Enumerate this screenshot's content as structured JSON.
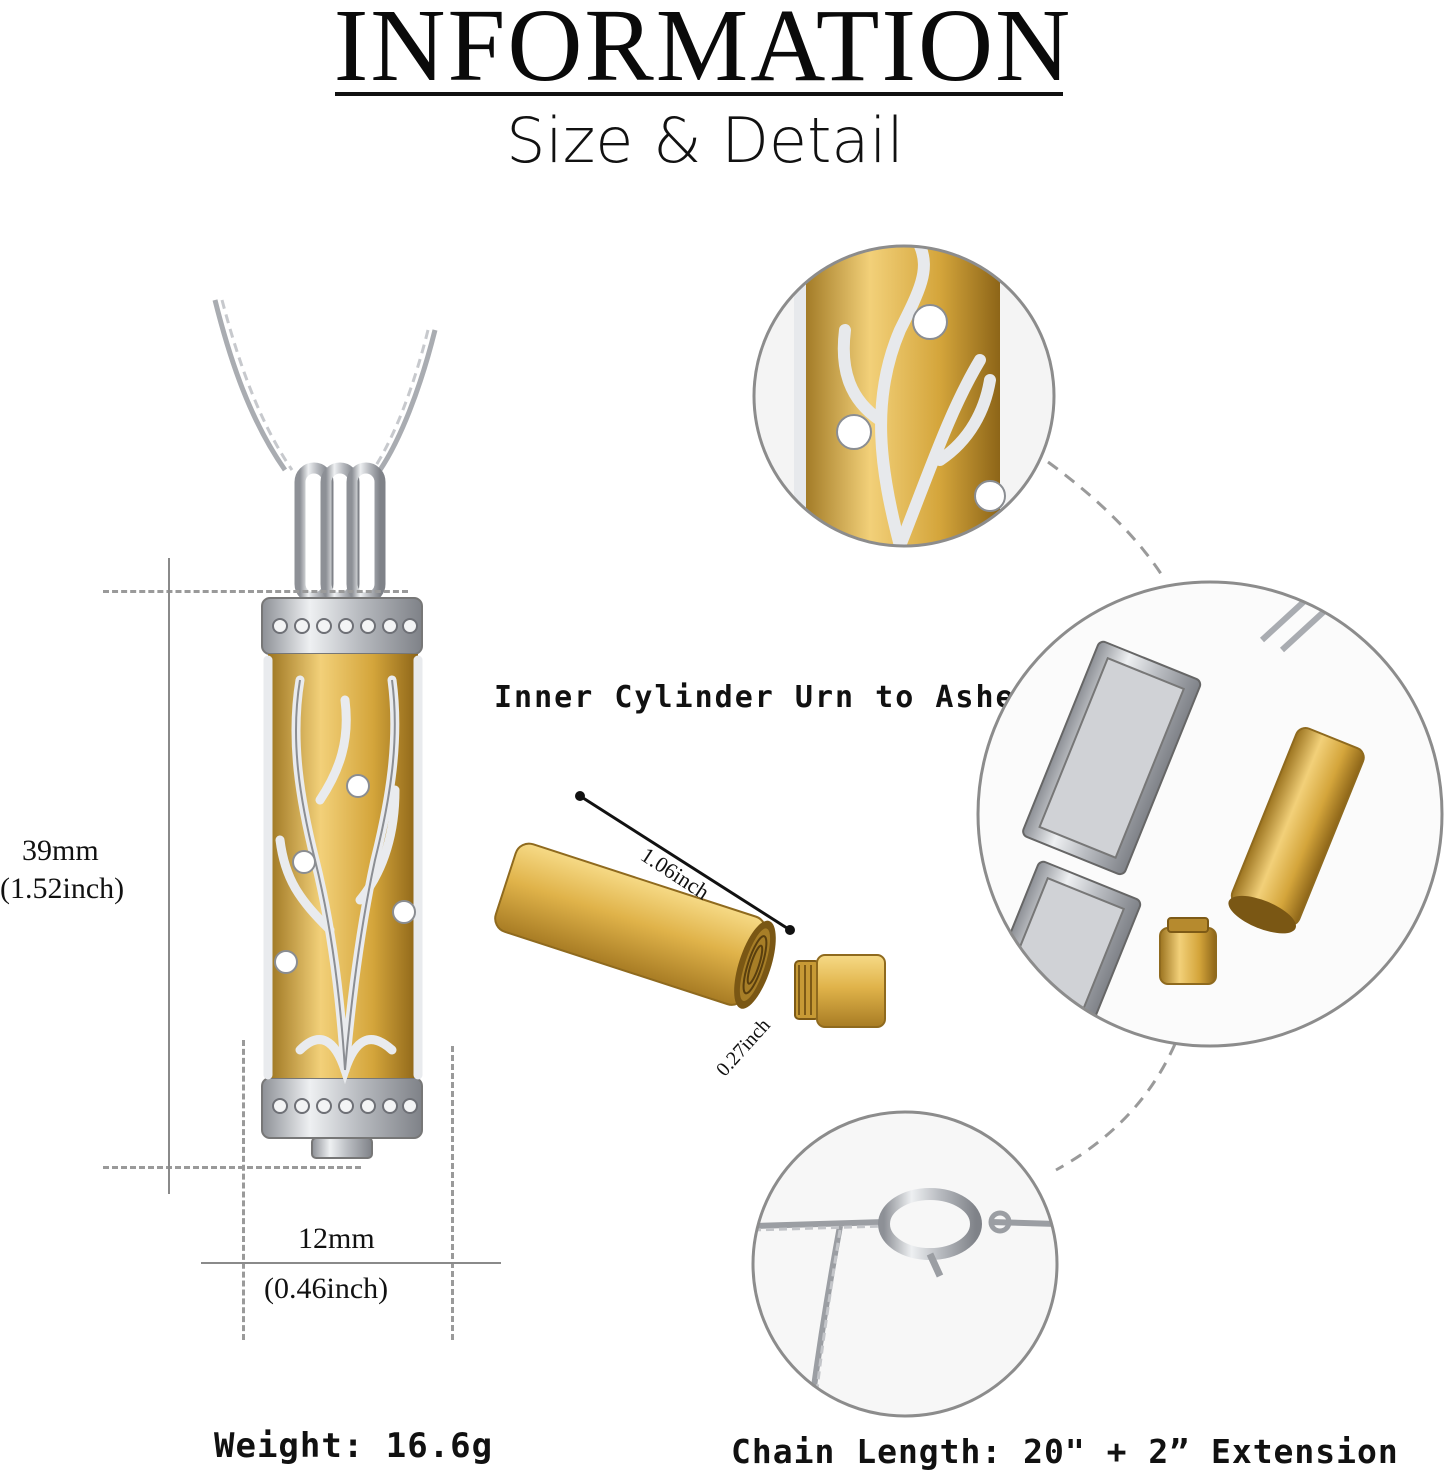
{
  "header": {
    "title": "INFORMATION",
    "subtitle": "Size & Detail"
  },
  "dimensions": {
    "height_mm": "39mm",
    "height_inch": "(1.52inch)",
    "width_mm": "12mm",
    "width_inch": "(0.46inch)"
  },
  "inner_cylinder": {
    "caption": "Inner Cylinder Urn to Ashes",
    "length": "1.06inch",
    "diameter": "0.27inch"
  },
  "specs": {
    "weight": "Weight: 16.6g",
    "chain_length": "Chain Length: 20\" +  2”  Extension"
  },
  "colors": {
    "silver": "#c9cbcf",
    "gold": "#d7a93f",
    "circle_border": "#8c8c8c",
    "dash": "#9a9a9a"
  }
}
